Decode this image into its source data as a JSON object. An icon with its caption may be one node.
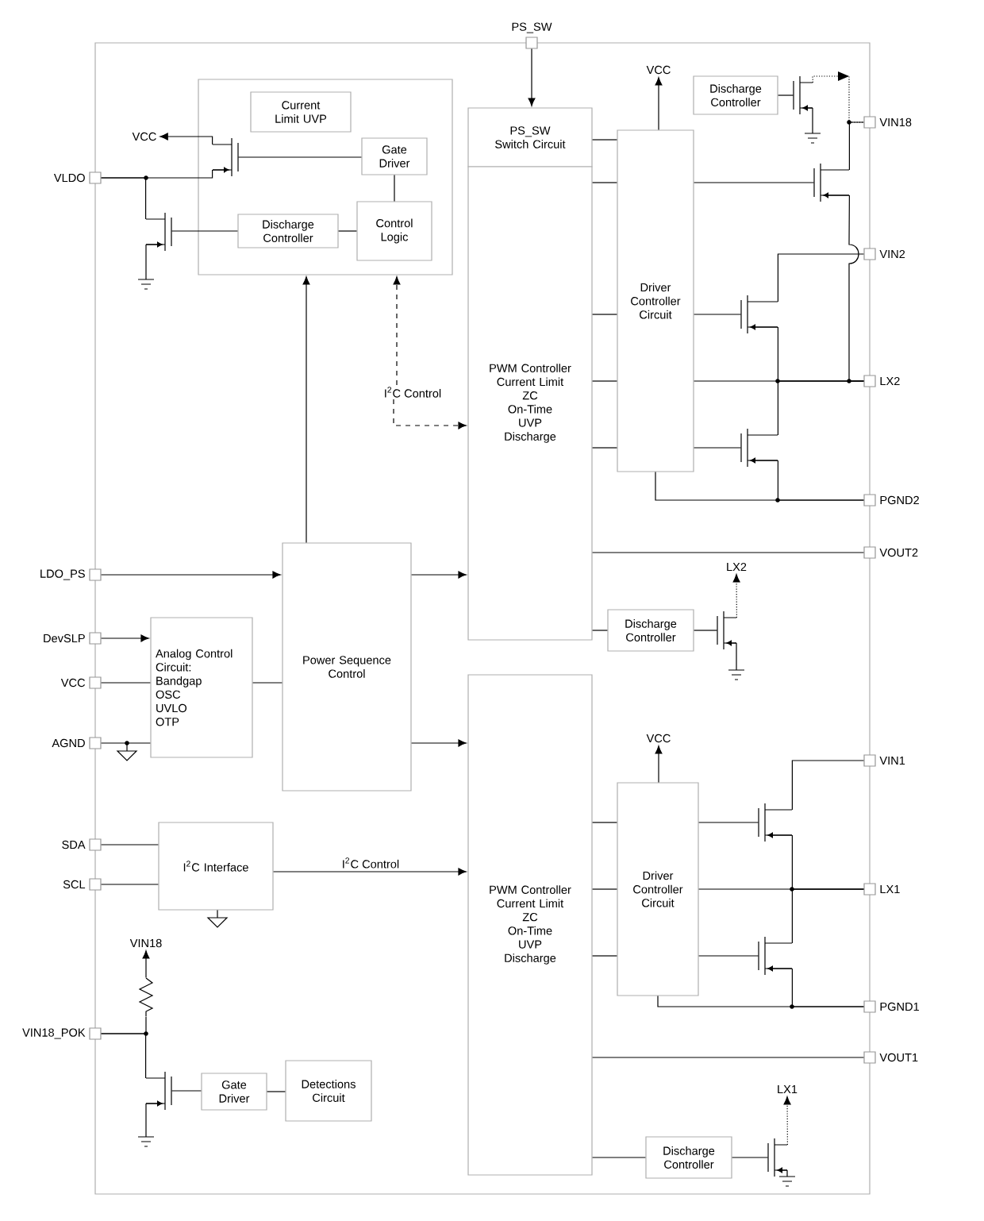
{
  "diagram": {
    "nodes": [
      {
        "text": [],
        "shape": "box"
      },
      {
        "text": [
          "Current Limit UVP"
        ],
        "in": 0
      },
      {
        "text": [
          "Gate Driver"
        ],
        "in": 0
      },
      {
        "text": [
          "Discharge Controller"
        ],
        "in": 0
      },
      {
        "text": [
          "Control Logic"
        ],
        "in": 0
      },
      {
        "text": [
          "PS_SW Switch Circuit"
        ]
      },
      {
        "text": [
          "PWM Controller",
          "Current Limit",
          "ZC",
          "On-Time",
          "UVP",
          "Discharge"
        ]
      },
      {
        "text": [
          "Driver Controller Circuit"
        ]
      },
      {
        "text": [
          "Discharge Controller"
        ]
      },
      {
        "text": [
          "I$^{2}$C Control"
        ]
      },
      {
        "text": [
          "Power Sequence Control"
        ]
      },
      {
        "text": [
          "Analog Control Circuit:",
          "Bandgap",
          "OSC",
          "UVLO",
          "OTP"
        ]
      },
      {
        "text": [
          "Discharge Controller"
        ]
      },
      {
        "text": [
          "PWM Controller",
          "Current Limit",
          "ZC",
          "On-Time",
          "UVP",
          "Discharge"
        ]
      },
      {
        "text": [
          "Driver Controller Circuit"
        ]
      },
      {
        "text": [
          "I$^{2}$C Interface"
        ]
      },
      {
        "text": [
          "Gate Driver"
        ]
      },
      {
        "text": [
          "Detections Circuit"
        ]
      },
      {
        "text": [
          "Discharge Controller"
        ]
      },
      {
        "text": [],
        "shape": "box",
        "beside": [
          "PS_SW"
        ]
      },
      {
        "text": [],
        "shape": "box",
        "beside": [
          "VLDO"
        ]
      },
      {
        "text": [],
        "shape": "box",
        "beside": [
          "LDO_PS"
        ]
      },
      {
        "text": [],
        "shape": "box",
        "beside": [
          "DevSLP"
        ]
      },
      {
        "text": [],
        "shape": "box",
        "beside": [
          "VCC"
        ]
      },
      {
        "text": [],
        "shape": "box",
        "beside": [
          "AGND"
        ]
      },
      {
        "text": [],
        "shape": "box",
        "beside": [
          "SDA"
        ]
      },
      {
        "text": [],
        "shape": "box",
        "beside": [
          "SCL"
        ]
      },
      {
        "text": [],
        "shape": "box",
        "beside": [
          "VIN18_POK"
        ]
      },
      {
        "text": [],
        "shape": "box",
        "beside": [
          "VIN18"
        ]
      },
      {
        "text": [],
        "shape": "box",
        "beside": [
          "VIN2"
        ]
      },
      {
        "text": [],
        "shape": "box",
        "beside": [
          "LX2"
        ]
      },
      {
        "text": [],
        "shape": "box",
        "beside": [
          "PGND2"
        ]
      },
      {
        "text": [],
        "shape": "box",
        "beside": [
          "VOUT2"
        ]
      },
      {
        "text": [],
        "shape": "box",
        "beside": [
          "VIN1"
        ]
      },
      {
        "text": [],
        "shape": "box",
        "beside": [
          "LX1"
        ]
      },
      {
        "text": [],
        "shape": "box",
        "beside": [
          "PGND1"
        ]
      },
      {
        "text": [],
        "shape": "box",
        "beside": [
          "VOUT1"
        ]
      },
      {
        "text": [
          "VCC"
        ]
      },
      {
        "text": [
          "VCC"
        ]
      },
      {
        "text": [
          "LX2"
        ]
      },
      {
        "text": [
          "VCC"
        ]
      },
      {
        "text": [
          "VIN18"
        ]
      },
      {
        "text": [
          "LX1"
        ]
      },
      {
        "text": [],
        "shape": "transistor",
        "in": 0
      },
      {
        "text": [],
        "shape": "transistor"
      },
      {
        "text": [],
        "shape": "transistor"
      },
      {
        "text": [],
        "shape": "transistor"
      },
      {
        "text": [],
        "shape": "transistor"
      },
      {
        "text": [],
        "shape": "transistor"
      },
      {
        "text": [],
        "shape": "transistor"
      },
      {
        "text": [],
        "shape": "transistor"
      },
      {
        "text": [],
        "shape": "transistor"
      },
      {
        "text": [],
        "shape": "transistor"
      },
      {
        "text": [],
        "shape": "resistor"
      },
      {
        "text": [],
        "shape": "transistor"
      }
    ],
    "edges": [
      {
        "from": 19,
        "to": 5,
        "arrow": "to"
      },
      {
        "from": 20,
        "to": 43,
        "arrow": "none"
      },
      {
        "from": 2,
        "to": 4,
        "arrow": "none"
      },
      {
        "from": 3,
        "to": 4,
        "arrow": "none"
      },
      {
        "from": 5,
        "to": 7,
        "arrow": "none"
      },
      {
        "from": 6,
        "to": 7,
        "arrow": "none"
      },
      {
        "from": 6,
        "to": 7,
        "arrow": "none"
      },
      {
        "from": 6,
        "to": 7,
        "arrow": "none"
      },
      {
        "from": 6,
        "to": 7,
        "arrow": "none"
      },
      {
        "from": 7,
        "to": 30,
        "arrow": "none"
      },
      {
        "from": 7,
        "to": 31,
        "arrow": "none"
      },
      {
        "from": 6,
        "to": 32,
        "arrow": "none"
      },
      {
        "from": 6,
        "to": 12,
        "arrow": "none"
      },
      {
        "from": 9,
        "to": 0,
        "arrow": "to",
        "style": "dashed"
      },
      {
        "from": 9,
        "to": 6,
        "arrow": "to",
        "style": "dashed"
      },
      {
        "from": 21,
        "to": 10,
        "arrow": "to"
      },
      {
        "from": 10,
        "to": 0,
        "arrow": "to"
      },
      {
        "from": 10,
        "to": 6,
        "arrow": "to"
      },
      {
        "from": 10,
        "to": 13,
        "arrow": "to"
      },
      {
        "from": 22,
        "to": 11,
        "arrow": "to"
      },
      {
        "from": 23,
        "to": 11,
        "arrow": "none"
      },
      {
        "from": 24,
        "to": 11,
        "arrow": "none"
      },
      {
        "from": 11,
        "to": 10,
        "arrow": "none"
      },
      {
        "from": 25,
        "to": 15,
        "arrow": "none"
      },
      {
        "from": 26,
        "to": 15,
        "arrow": "none"
      },
      {
        "from": 15,
        "to": 13,
        "arrow": "to",
        "label": "I$^{2}$C Control"
      },
      {
        "from": 13,
        "to": 14,
        "arrow": "none"
      },
      {
        "from": 13,
        "to": 14,
        "arrow": "none"
      },
      {
        "from": 13,
        "to": 14,
        "arrow": "none"
      },
      {
        "from": 14,
        "to": 34,
        "arrow": "none"
      },
      {
        "from": 14,
        "to": 35,
        "arrow": "none"
      },
      {
        "from": 13,
        "to": 36,
        "arrow": "none"
      },
      {
        "from": 13,
        "to": 18,
        "arrow": "none"
      },
      {
        "from": 16,
        "to": 17,
        "arrow": "none"
      },
      {
        "from": 2,
        "to": 43,
        "arrow": "none"
      },
      {
        "from": 43,
        "to": 38,
        "arrow": "to"
      },
      {
        "from": 3,
        "to": 44,
        "arrow": "none"
      },
      {
        "from": 44,
        "to": 20,
        "arrow": "none"
      },
      {
        "from": 8,
        "to": 45,
        "arrow": "none"
      },
      {
        "from": 45,
        "to": 28,
        "arrow": "to",
        "style": "dashed"
      },
      {
        "from": 7,
        "to": 46,
        "arrow": "none"
      },
      {
        "from": 46,
        "to": 28,
        "arrow": "none"
      },
      {
        "from": 46,
        "to": 30,
        "arrow": "none"
      },
      {
        "from": 7,
        "to": 47,
        "arrow": "none"
      },
      {
        "from": 47,
        "to": 29,
        "arrow": "none"
      },
      {
        "from": 47,
        "to": 30,
        "arrow": "none"
      },
      {
        "from": 7,
        "to": 48,
        "arrow": "none"
      },
      {
        "from": 48,
        "to": 30,
        "arrow": "none"
      },
      {
        "from": 48,
        "to": 31,
        "arrow": "none"
      },
      {
        "from": 7,
        "to": 37,
        "arrow": "to"
      },
      {
        "from": 12,
        "to": 49,
        "arrow": "none"
      },
      {
        "from": 49,
        "to": 39,
        "arrow": "to",
        "style": "dashed"
      },
      {
        "from": 14,
        "to": 50,
        "arrow": "none"
      },
      {
        "from": 50,
        "to": 33,
        "arrow": "none"
      },
      {
        "from": 50,
        "to": 34,
        "arrow": "none"
      },
      {
        "from": 14,
        "to": 51,
        "arrow": "none"
      },
      {
        "from": 51,
        "to": 34,
        "arrow": "none"
      },
      {
        "from": 51,
        "to": 35,
        "arrow": "none"
      },
      {
        "from": 14,
        "to": 40,
        "arrow": "to"
      },
      {
        "from": 18,
        "to": 52,
        "arrow": "none"
      },
      {
        "from": 52,
        "to": 42,
        "arrow": "to",
        "style": "dashed"
      },
      {
        "from": 27,
        "to": 53,
        "arrow": "none"
      },
      {
        "from": 53,
        "to": 41,
        "arrow": "to"
      },
      {
        "from": 54,
        "to": 27,
        "arrow": "none"
      },
      {
        "from": 16,
        "to": 54,
        "arrow": "none"
      }
    ]
  }
}
